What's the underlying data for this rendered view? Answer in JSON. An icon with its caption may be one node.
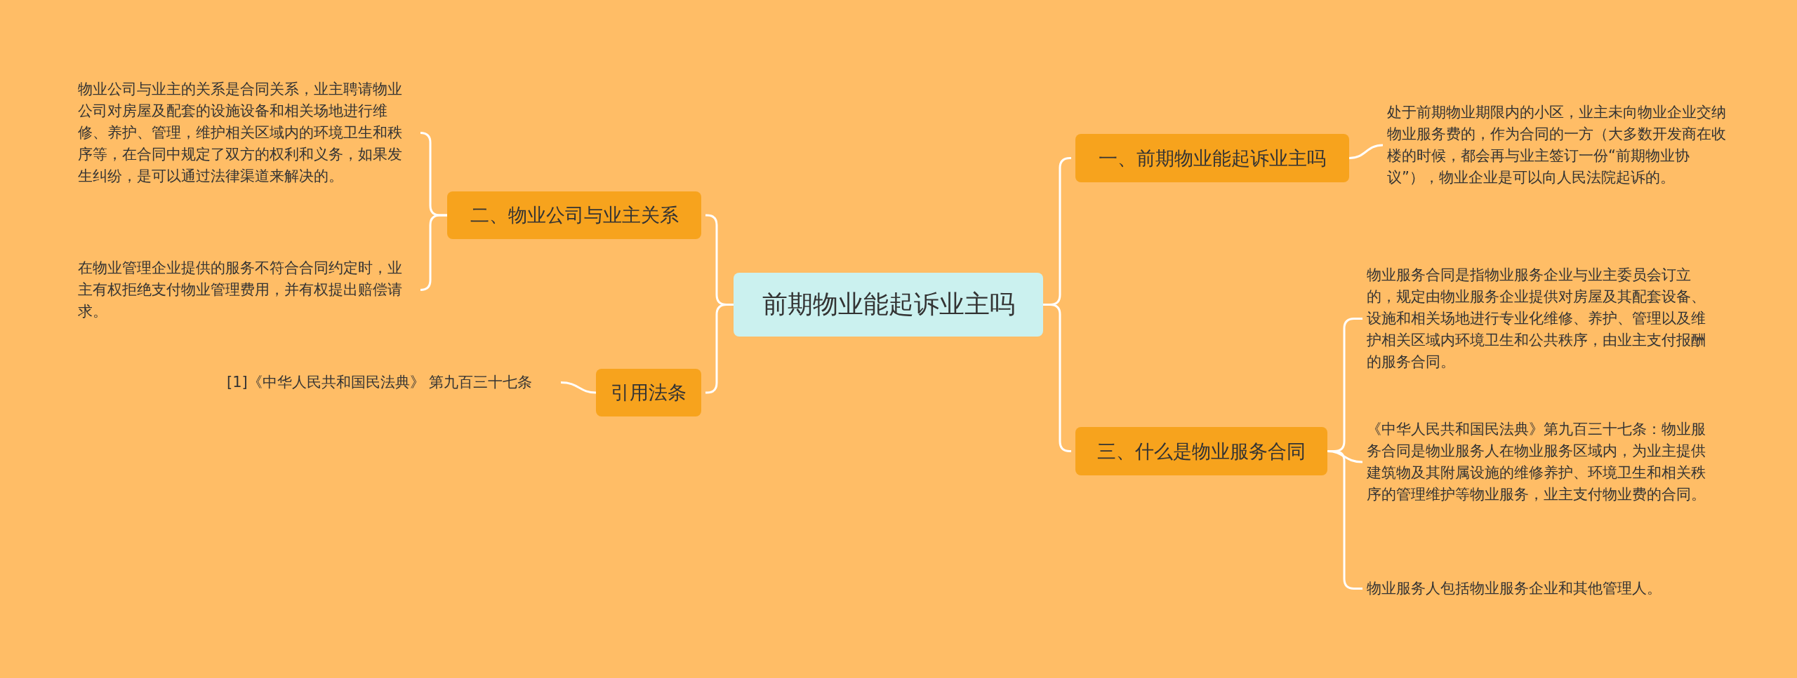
{
  "diagram": {
    "nodes": [
      {
        "text": [
          "前期物业能起诉业主吗"
        ]
      },
      {
        "text": [
          "二、物业公司与业主关系"
        ]
      },
      {
        "text": [
          "物业公司与业主的关系是合同关系，业主聘请物业公司对房屋及配套的设施设备和相关场地进行维修、养护、管理，维护相关区域内的环境卫生和秩序等，在合同中规定了双方的权利和义务，如果发生纠纷，是可以通过法律渠道来解决的。"
        ]
      },
      {
        "text": [
          "在物业管理企业提供的服务不符合合同约定时，业主有权拒绝支付物业管理费用，并有权提出赔偿请求。"
        ]
      },
      {
        "text": [
          "引用法条"
        ]
      },
      {
        "text": [
          "[1]《中华人民共和国民法典》 第九百三十七条"
        ]
      },
      {
        "text": [
          "一、前期物业能起诉业主吗"
        ]
      },
      {
        "text": [
          "处于前期物业期限内的小区，业主未向物业企业交纳物业服务费的，作为合同的一方（大多数开发商在收楼的时候，都会再与业主签订一份“前期物业协议”），物业企业是可以向人民法院起诉的。"
        ]
      },
      {
        "text": [
          "三、什么是物业服务合同"
        ]
      },
      {
        "text": [
          "物业服务合同是指物业服务企业与业主委员会订立的，规定由物业服务企业提供对房屋及其配套设备、设施和相关场地进行专业化维修、养护、管理以及维护相关区域内环境卫生和公共秩序，由业主支付报酬的服务合同。"
        ]
      },
      {
        "text": [
          "《中华人民共和国民法典》第九百三十七条：物业服务合同是物业服务人在物业服务区域内，为业主提供建筑物及其附属设施的维修养护、环境卫生和相关秩序的管理维护等物业服务，业主支付物业费的合同。"
        ]
      },
      {
        "text": [
          "物业服务人包括物业服务企业和其他管理人。"
        ]
      }
    ],
    "edges": [
      {
        "from": 0,
        "to": 1,
        "arrow": "none"
      },
      {
        "from": 0,
        "to": 4,
        "arrow": "none"
      },
      {
        "from": 0,
        "to": 6,
        "arrow": "none"
      },
      {
        "from": 0,
        "to": 8,
        "arrow": "none"
      },
      {
        "from": 1,
        "to": 2,
        "arrow": "none"
      },
      {
        "from": 1,
        "to": 3,
        "arrow": "none"
      },
      {
        "from": 4,
        "to": 5,
        "arrow": "none"
      },
      {
        "from": 6,
        "to": 7,
        "arrow": "none"
      },
      {
        "from": 8,
        "to": 9,
        "arrow": "none"
      },
      {
        "from": 8,
        "to": 10,
        "arrow": "none"
      },
      {
        "from": 8,
        "to": 11,
        "arrow": "none"
      }
    ]
  }
}
